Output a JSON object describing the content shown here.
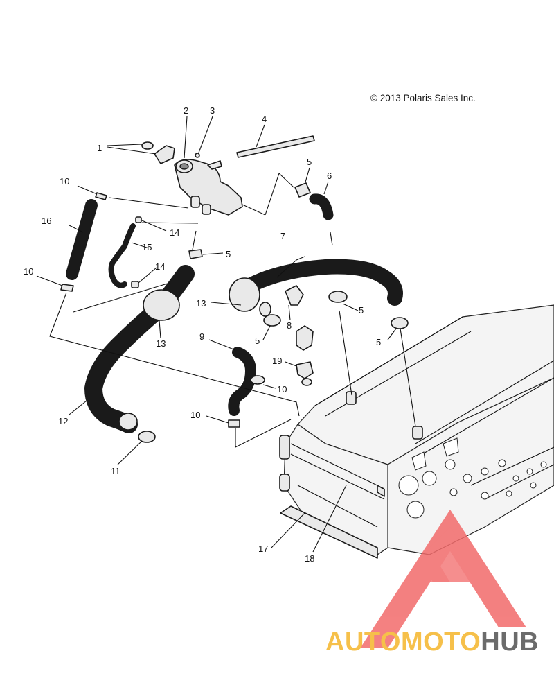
{
  "copyright": "© 2013 Polaris Sales Inc.",
  "callouts": [
    {
      "id": "c1",
      "text": "1"
    },
    {
      "id": "c2",
      "text": "2"
    },
    {
      "id": "c3",
      "text": "3"
    },
    {
      "id": "c4",
      "text": "4"
    },
    {
      "id": "c5a",
      "text": "5"
    },
    {
      "id": "c6",
      "text": "6"
    },
    {
      "id": "c10a",
      "text": "10"
    },
    {
      "id": "c16",
      "text": "16"
    },
    {
      "id": "c14a",
      "text": "14"
    },
    {
      "id": "c15",
      "text": "15"
    },
    {
      "id": "c5b",
      "text": "5"
    },
    {
      "id": "c7",
      "text": "7"
    },
    {
      "id": "c10b",
      "text": "10"
    },
    {
      "id": "c14b",
      "text": "14"
    },
    {
      "id": "c13a",
      "text": "13"
    },
    {
      "id": "c5c",
      "text": "5"
    },
    {
      "id": "c13b",
      "text": "13"
    },
    {
      "id": "c8",
      "text": "8"
    },
    {
      "id": "c5d",
      "text": "5"
    },
    {
      "id": "c5e",
      "text": "5"
    },
    {
      "id": "c9",
      "text": "9"
    },
    {
      "id": "c19",
      "text": "19"
    },
    {
      "id": "c10c",
      "text": "10"
    },
    {
      "id": "c12",
      "text": "12"
    },
    {
      "id": "c10d",
      "text": "10"
    },
    {
      "id": "c11",
      "text": "11"
    },
    {
      "id": "c17",
      "text": "17"
    },
    {
      "id": "c18",
      "text": "18"
    }
  ],
  "watermark": {
    "part1": "AUTOMOTO",
    "part2": "HUB",
    "color_primary": "#f26b6b",
    "color_secondary": "#f6c04a",
    "color_tertiary": "#6b6b6b"
  }
}
